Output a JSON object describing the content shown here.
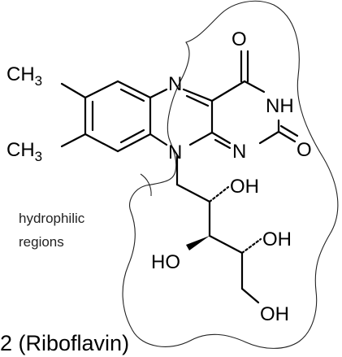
{
  "title": "2 (Riboflavin)",
  "region_label": {
    "line1": "hydrophilic",
    "line2": "regions"
  },
  "atoms": {
    "ch3_top": "CH",
    "ch3_top_sub": "3",
    "ch3_bottom": "CH",
    "ch3_bottom_sub": "3",
    "n_top": "N",
    "n_bottom": "N",
    "n_right": "N",
    "nh": "NH",
    "o_top": "O",
    "o_right": "O",
    "oh_1": "OH",
    "oh_2": "OH",
    "oh_3": "OH",
    "ho": "HO"
  }
}
